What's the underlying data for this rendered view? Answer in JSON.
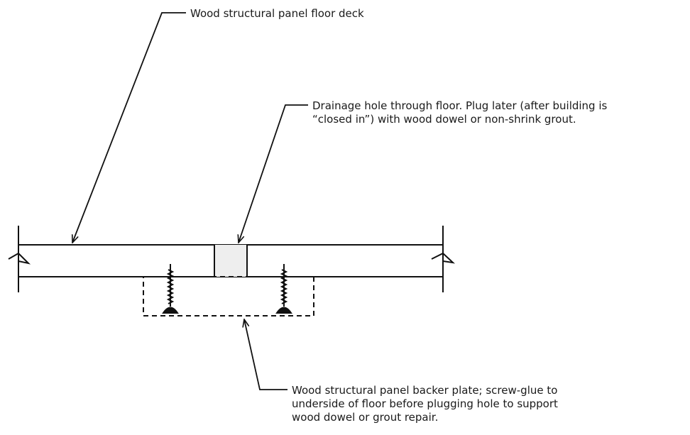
{
  "labels": {
    "deck": {
      "lines": [
        "Wood structural panel floor deck"
      ]
    },
    "hole": {
      "lines": [
        "Drainage hole through floor. Plug later (after building is",
        "“closed in”) with wood dowel or non-shrink grout."
      ]
    },
    "backer": {
      "lines": [
        "Wood structural panel backer plate; screw-glue to",
        "underside of floor before plugging hole to support",
        "wood dowel or grout repair."
      ]
    }
  },
  "colors": {
    "line": "#111111",
    "plug_fill": "#eeeeee"
  }
}
